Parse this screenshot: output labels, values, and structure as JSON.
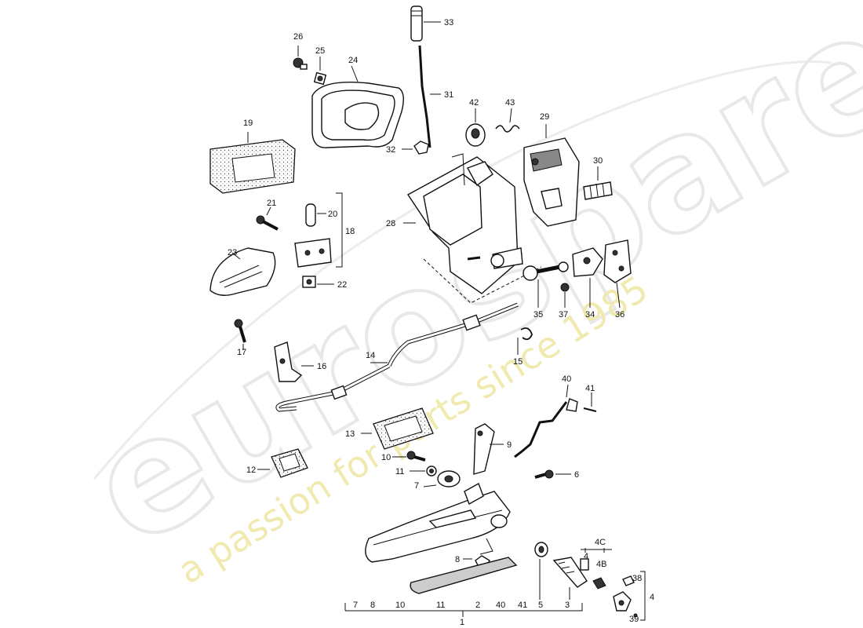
{
  "watermark": {
    "brand": "eurospares",
    "tagline": "a passion for parts since 1985"
  },
  "callouts": {
    "p1": "1",
    "p2": "2",
    "p3": "3",
    "p4": "4",
    "p4b_small": "4",
    "p4B": "4B",
    "p4C": "4C",
    "p5": "5",
    "p6": "6",
    "p7": "7",
    "p8": "8",
    "p9": "9",
    "p10": "10",
    "p11": "11",
    "p12": "12",
    "p13": "13",
    "p14": "14",
    "p15": "15",
    "p16": "16",
    "p17": "17",
    "p18": "18",
    "p19": "19",
    "p20": "20",
    "p21": "21",
    "p22": "22",
    "p23": "23",
    "p24": "24",
    "p25": "25",
    "p26": "26",
    "p28": "28",
    "p29": "29",
    "p30": "30",
    "p31": "31",
    "p32": "32",
    "p33": "33",
    "p34": "34",
    "p35": "35",
    "p36": "36",
    "p37": "37",
    "p38": "38",
    "p39": "39",
    "p40": "40",
    "p41": "41",
    "p42": "42",
    "p43": "43"
  },
  "bottom_row": [
    "7",
    "8",
    "10",
    "11",
    "2",
    "40",
    "41",
    "5",
    "3"
  ],
  "bottom_total": "1"
}
